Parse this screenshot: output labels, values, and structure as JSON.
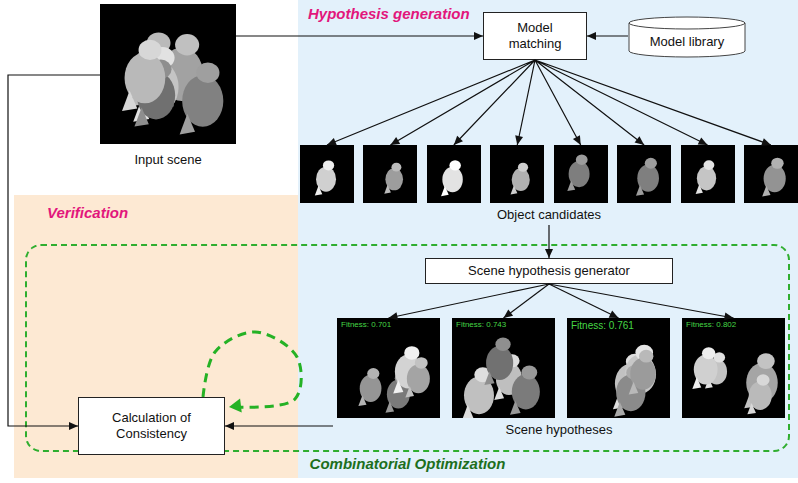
{
  "diagram": {
    "nodes": [
      {
        "text": [
          "Input scene"
        ]
      },
      {
        "text": [
          "Hypothesis generation"
        ]
      },
      {
        "text": [
          "Model matching"
        ],
        "in": 1
      },
      {
        "text": [
          "Model library"
        ],
        "in": 1
      },
      {
        "text": [
          "Object candidates"
        ],
        "in": 1
      },
      {
        "text": [
          "Verification"
        ]
      },
      {
        "text": [
          "Combinatorial Optimization"
        ]
      },
      {
        "text": [
          "Scene hypothesis generator"
        ],
        "in": 6
      },
      {
        "text": [
          "Calculation of Consistency"
        ],
        "in": 6
      },
      {
        "text": [
          "Scene hypotheses"
        ],
        "in": 6
      },
      {
        "text": [
          "Fitness: 0.701"
        ],
        "in": 9
      },
      {
        "text": [
          "Fitness: 0.743"
        ],
        "in": 9
      },
      {
        "text": [
          "Fitness: 0.761"
        ],
        "in": 9
      },
      {
        "text": [
          "Fitness: 0.802"
        ],
        "in": 9
      }
    ],
    "edges": [
      {
        "from": 0,
        "to": 2,
        "arrow": "to"
      },
      {
        "from": 3,
        "to": 2,
        "arrow": "to"
      },
      {
        "from": 2,
        "to": 4,
        "arrow": "to"
      },
      {
        "from": 4,
        "to": 7,
        "arrow": "to"
      },
      {
        "from": 7,
        "to": 10,
        "arrow": "to"
      },
      {
        "from": 7,
        "to": 11,
        "arrow": "to"
      },
      {
        "from": 7,
        "to": 12,
        "arrow": "to"
      },
      {
        "from": 7,
        "to": 13,
        "arrow": "to"
      },
      {
        "from": 9,
        "to": 8,
        "arrow": "to"
      },
      {
        "from": 0,
        "to": 8,
        "arrow": "to"
      },
      {
        "from": 8,
        "to": 8,
        "arrow": "to"
      }
    ]
  }
}
